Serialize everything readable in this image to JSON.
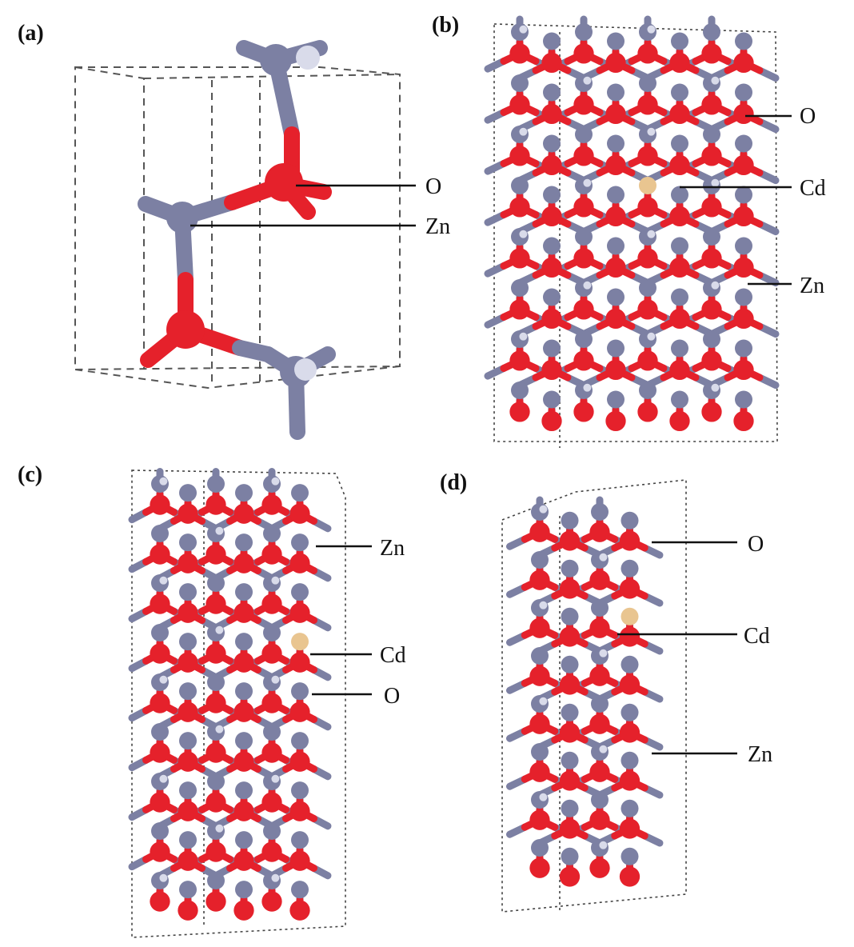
{
  "figure": {
    "colors": {
      "zn": "#7c80a3",
      "o": "#e5212b",
      "cd": "#e9c590",
      "zn_tip": "#d9dbea"
    },
    "panels": [
      {
        "id": "a",
        "label": "(a)",
        "annotations": [
          "O",
          "Zn"
        ]
      },
      {
        "id": "b",
        "label": "(b)",
        "annotations": [
          "O",
          "Cd",
          "Zn"
        ]
      },
      {
        "id": "c",
        "label": "(c)",
        "annotations": [
          "Zn",
          "Cd",
          "O"
        ]
      },
      {
        "id": "d",
        "label": "(d)",
        "annotations": [
          "O",
          "Cd",
          "Zn"
        ]
      }
    ]
  }
}
